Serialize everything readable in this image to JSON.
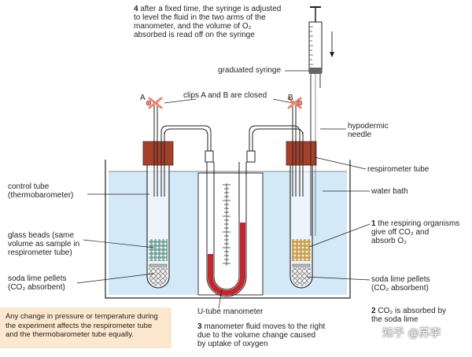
{
  "labels": {
    "step4_num": "4",
    "step4_text": "after a fixed time, the syringe is adjusted\nto level the fluid in the two arms of the\nmanometer, and the volume of O₂\nabsorbed is read off on the syringe",
    "graduated_syringe": "graduated syringe",
    "clips_closed": "clips A and B are closed",
    "clip_a": "A",
    "clip_b": "B",
    "hypodermic_needle": "hypodermic\nneedle",
    "respirometer_tube": "respirometer tube",
    "control_tube": "control tube\n(thermobarometer)",
    "water_bath": "water bath",
    "step1_num": "1",
    "step1_text": "the respiring organisms\ngive off CO₂ and\nabsorb O₂",
    "glass_beads": "glass beads (same\nvolume as sample in\nrespirometer tube)",
    "soda_lime_left": "soda lime pellets\n(CO₂ absorbent)",
    "soda_lime_right": "soda lime pellets\n(CO₂ absorbent)",
    "utube_manometer": "U-tube manometer",
    "step2_num": "2",
    "step2_text": "CO₂ is absorbed by\nthe soda lime",
    "step3_num": "3",
    "step3_text": "manometer fluid moves to the right\ndue to the volume change caused\nby uptake of oxygen",
    "note": "Any change in pressure or temperature during\nthe experiment affects the respirometer tube\nand the thermobarometer tube equally.",
    "watermark": "知乎 @苏李"
  },
  "colors": {
    "water": "#d4e9f7",
    "bung": "#a4412b",
    "clip": "#e58a78",
    "manometer_fluid": "#c1272d",
    "note_bg": "#fbe8cf",
    "glass_beads": "#6aa7a0",
    "organisms": "#d9a441",
    "soda_lime": "#c9c9c9"
  }
}
